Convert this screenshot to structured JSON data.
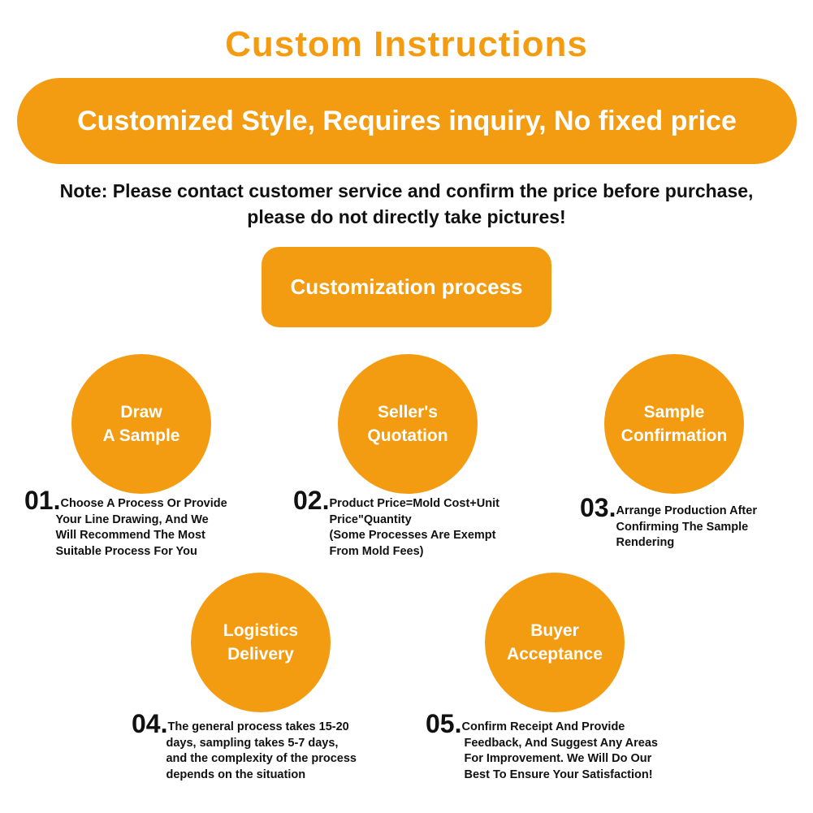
{
  "colors": {
    "accent": "#F39C12",
    "text": "#111111",
    "on_accent": "#FFFFFF"
  },
  "header": {
    "title": "Custom Instructions"
  },
  "banner": {
    "text": "Customized Style, Requires inquiry, No fixed price"
  },
  "note": {
    "line1": "Note: Please contact customer service and confirm the price before purchase,",
    "line2": "please do not directly take pictures!"
  },
  "process": {
    "label": "Customization process"
  },
  "steps": [
    {
      "circle_line1": "Draw",
      "circle_line2": "A Sample",
      "number": "01.",
      "desc": [
        "Choose A Process Or Provide",
        "Your Line Drawing, And We",
        "Will Recommend The Most",
        "Suitable Process For You"
      ]
    },
    {
      "circle_line1": "Seller's",
      "circle_line2": "Quotation",
      "number": "02.",
      "desc": [
        "Product Price=Mold Cost+Unit",
        "Price\"Quantity",
        "(Some Processes Are Exempt",
        "From Mold Fees)"
      ]
    },
    {
      "circle_line1": "Sample",
      "circle_line2": "Confirmation",
      "number": "03.",
      "desc": [
        "Arrange Production After",
        "Confirming The Sample",
        "Rendering"
      ]
    },
    {
      "circle_line1": "Logistics",
      "circle_line2": "Delivery",
      "number": "04.",
      "desc": [
        "The general process takes 15-20",
        "days, sampling takes 5-7 days,",
        "and the complexity of the process",
        "depends on the situation"
      ]
    },
    {
      "circle_line1": "Buyer",
      "circle_line2": "Acceptance",
      "number": "05.",
      "desc": [
        "Confirm Receipt And Provide",
        "Feedback, And Suggest Any Areas",
        "For Improvement. We Will Do Our",
        "Best To Ensure Your Satisfaction!"
      ]
    }
  ]
}
